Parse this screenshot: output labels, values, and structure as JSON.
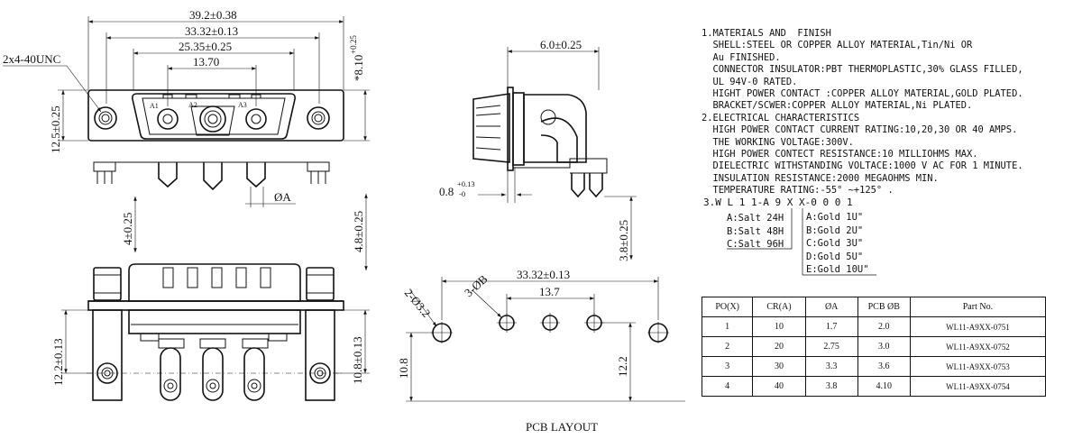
{
  "dims": {
    "overall_width": "39.2±0.38",
    "mount_spacing": "33.32±0.13",
    "shell_width": "25.35±0.25",
    "contact_span": "13.70",
    "thread": "2x4-40UNC",
    "height_left": "12.5±0.25",
    "height_right": "*8.10",
    "height_right_tol": "+0.25",
    "dia_a": "ØA",
    "pin_len": "4±0.25",
    "pin_len2": "4.8±0.25",
    "side_width": "6.0±0.25",
    "side_thick": "0.8",
    "side_thick_tol_up": "+0.13",
    "side_thick_tol_dn": "-0",
    "side_height": "3.8±0.25",
    "front_h_left": "12.2±0.13",
    "front_h_right": "10.8±0.13",
    "contact_labels": [
      "A1",
      "A2",
      "A3"
    ]
  },
  "pcb": {
    "label": "PCB LAYOUT",
    "spacing": "33.32±0.13",
    "span": "13.7",
    "hole1": "2-Ø3.2",
    "hole2": "3-ØB",
    "dim_left": "10.8",
    "dim_right": "12.2"
  },
  "notes": [
    "1.MATERIALS AND  FINISH",
    "  SHELL:STEEL OR COPPER ALLOY MATERIAL,Tin/Ni OR",
    "  Au FINISHED.",
    "  CONNECTOR INSULATOR:PBT THERMOPLASTIC,30% GLASS FILLED,",
    "  UL 94V-0 RATED.",
    "  HIGHT POWER CONTACT :COPPER ALLOY MATERIAL,GOLD PLATED.",
    "  BRACKET/SCWER:COPPER ALLOY MATERIAL,Ni PLATED.",
    "2.ELECTRICAL CHARACTERISTICS",
    "  HIGH POWER CONTACT CURRENT RATING:10,20,30 OR 40 AMPS.",
    "  THE WORKING VOLTAGE:300V.",
    "  HIGH POWER CONTECT RESISTANCE:10 MILLIOHMS MAX.",
    "  DIELECTRIC WITHSTANDING VOLTACE:1000 V AC FOR 1 MINUTE.",
    "  INSULATION RESISTANCE:2000 MEGAOHMS MIN.",
    "  TEMPERATURE RATING:-55° ~+125° ."
  ],
  "partcode": {
    "code": "3.W L 1 1-A 9 X X-0 0 0 1",
    "salt": [
      "A:Salt 24H",
      "B:Salt 48H",
      "C:Salt 96H"
    ],
    "gold": [
      "A:Gold 1U\"",
      "B:Gold 2U\"",
      "C:Gold 3U\"",
      "D:Gold 5U\"",
      "E:Gold 10U\""
    ]
  },
  "table": {
    "headers": [
      "PO(X)",
      "CR(A)",
      "ØA",
      "PCB ØB",
      "Part  No."
    ],
    "rows": [
      [
        "1",
        "10",
        "1.7",
        "2.0",
        "WL11-A9XX-0751"
      ],
      [
        "2",
        "20",
        "2.75",
        "3.0",
        "WL11-A9XX-0752"
      ],
      [
        "3",
        "30",
        "3.3",
        "3.6",
        "WL11-A9XX-0753"
      ],
      [
        "4",
        "40",
        "3.8",
        "4.10",
        "WL11-A9XX-0754"
      ]
    ]
  }
}
